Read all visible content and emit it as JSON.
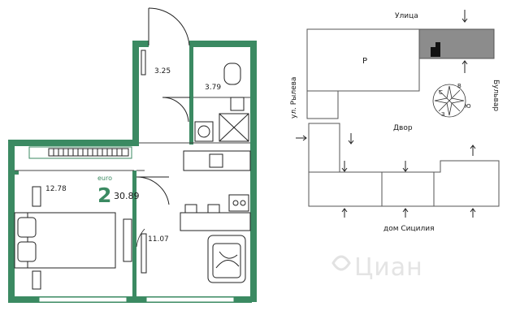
{
  "plan": {
    "euro_label": "euro",
    "rooms_count": "2",
    "total_area": "30.89",
    "rooms": [
      {
        "id": "hall",
        "area": "3.25"
      },
      {
        "id": "bathroom",
        "area": "3.79"
      },
      {
        "id": "bedroom",
        "area": "12.78"
      },
      {
        "id": "kitchen-living",
        "area": "11.07"
      }
    ]
  },
  "site_map": {
    "street_top": "Улица",
    "street_left": "ул. Рылева",
    "street_right": "Бульвар",
    "courtyard": "Двор",
    "bottom_building": "дом Сицилия",
    "parking_label": "P",
    "compass": [
      "С",
      "В",
      "Ю",
      "З"
    ]
  },
  "colors": {
    "wall": "#3b8a62",
    "accent_green": "#3b8a62",
    "selected_block": "#8c8c8c",
    "map_outline": "#555555"
  },
  "watermark": "Циан"
}
